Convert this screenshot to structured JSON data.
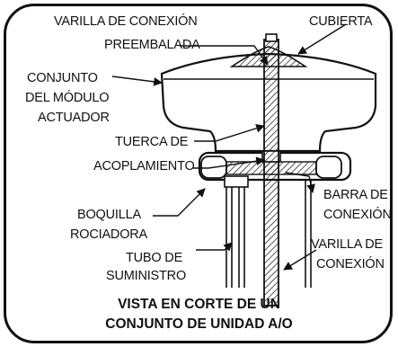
{
  "labels": {
    "preinstalled_rod_l1": "VARILLA DE CONEXIÓN",
    "preinstalled_rod_l2": "PREEMBALADA",
    "cover": "CUBIERTA",
    "actuator_l1": "CONJUNTO",
    "actuator_l2": "DEL MÓDULO",
    "actuator_l3": "ACTUADOR",
    "nut_l1": "TUERCA DE",
    "nut_l2": "ACOPLAMIENTO",
    "bar_l1": "BARRA DE",
    "bar_l2": "CONEXIÓN",
    "nozzle_l1": "BOQUILLA",
    "nozzle_l2": "ROCIADORA",
    "rod_l1": "VARILLA DE",
    "rod_l2": "CONEXIÓN",
    "tube_l1": "TUBO DE",
    "tube_l2": "SUMINISTRO"
  },
  "caption": {
    "line1": "VISTA EN CORTE DE UN",
    "line2": "CONJUNTO DE UNIDAD A/O"
  }
}
